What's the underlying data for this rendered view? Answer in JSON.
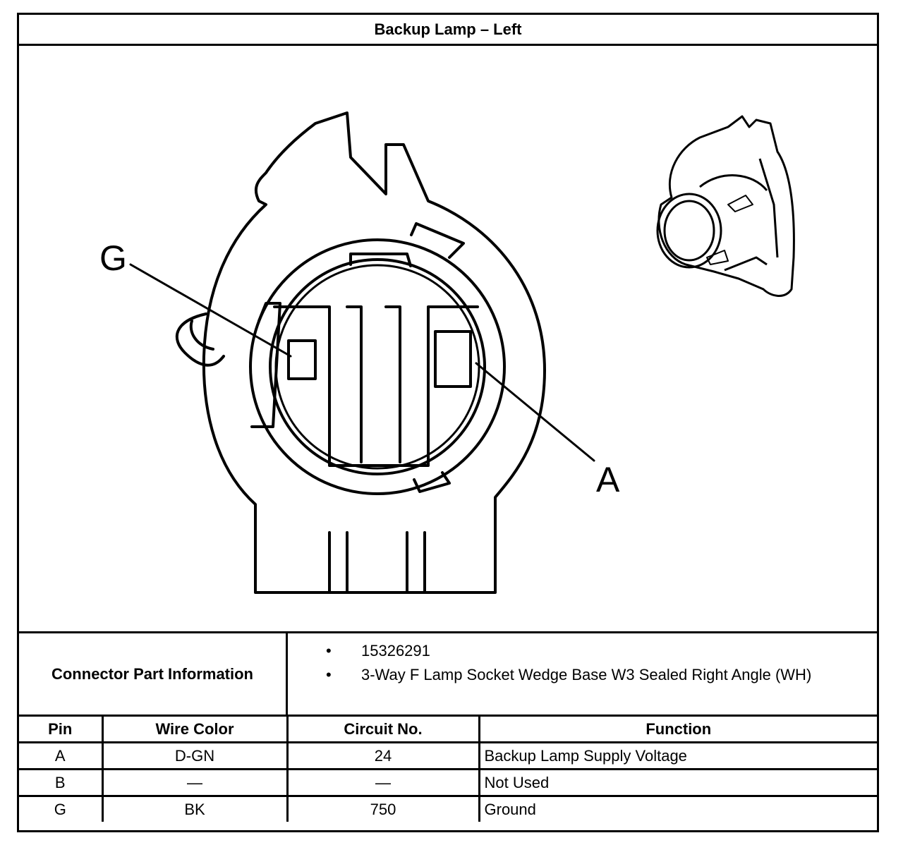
{
  "title": "Backup Lamp – Left",
  "diagram": {
    "label_g": "G",
    "label_a": "A"
  },
  "connector_info": {
    "label": "Connector Part Information",
    "items": [
      "15326291",
      "3-Way F Lamp Socket Wedge Base W3 Sealed Right Angle (WH)"
    ],
    "bullet": "•"
  },
  "pin_table": {
    "headers": [
      "Pin",
      "Wire Color",
      "Circuit No.",
      "Function"
    ],
    "rows": [
      [
        "A",
        "D-GN",
        "24",
        "Backup Lamp Supply Voltage"
      ],
      [
        "B",
        "—",
        "—",
        "Not Used"
      ],
      [
        "G",
        "BK",
        "750",
        "Ground"
      ]
    ]
  }
}
